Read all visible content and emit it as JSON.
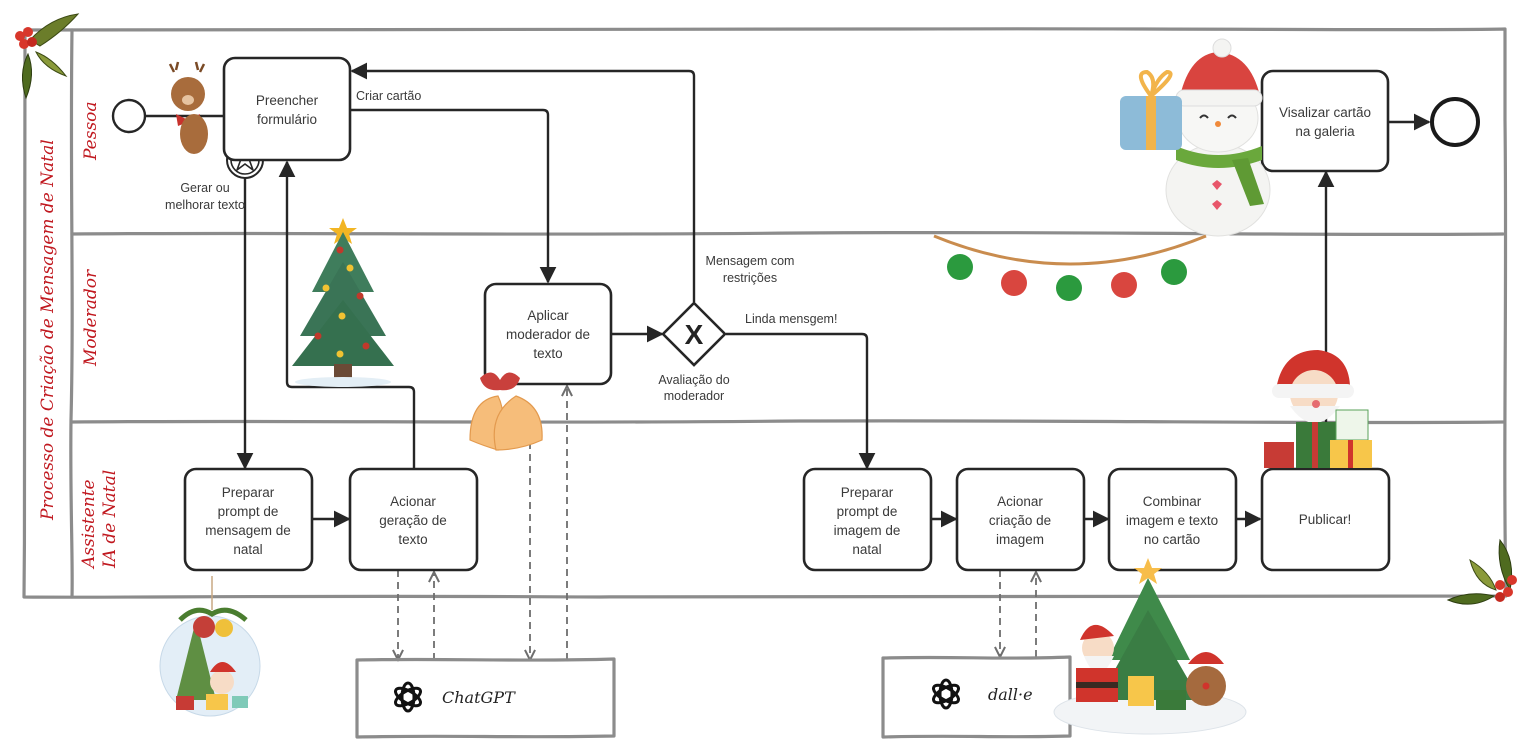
{
  "pool": {
    "title": "Processo de Criação de Mensagem de Natal",
    "lanes": [
      {
        "id": "pessoa",
        "label": "Pessoa"
      },
      {
        "id": "moderador",
        "label": "Moderador"
      },
      {
        "id": "assistente",
        "label_line1": "Assistente",
        "label_line2": "IA de Natal"
      }
    ]
  },
  "tasks": {
    "preencher": [
      "Preencher",
      "formulário"
    ],
    "visualizar": [
      "Visalizar cartão",
      "na galeria"
    ],
    "aplicar": [
      "Aplicar",
      "moderador de",
      "texto"
    ],
    "preparar_msg": [
      "Preparar",
      "prompt de",
      "mensagem de",
      "natal"
    ],
    "acionar_texto": [
      "Acionar",
      "geração de",
      "texto"
    ],
    "preparar_img": [
      "Preparar",
      "prompt de",
      "imagem de",
      "natal"
    ],
    "acionar_img": [
      "Acionar",
      "criação de",
      "imagem"
    ],
    "combinar": [
      "Combinar",
      "imagem e texto",
      "no cartão"
    ],
    "publicar": [
      "Publicar!"
    ]
  },
  "gateway": {
    "symbol": "X",
    "label": [
      "Avaliação do",
      "moderador"
    ]
  },
  "flow_labels": {
    "criar_cartao": "Criar cartão",
    "gerar_melhorar": [
      "Gerar ou",
      "melhorar texto"
    ],
    "mensagem_restricoes": [
      "Mensagem com",
      "restrições"
    ],
    "linda_mensagem": "Linda mensgem!"
  },
  "external_systems": {
    "chatgpt": "ChatGPT",
    "dalle": "dall·e"
  },
  "colors": {
    "lane_label": "#c0181f",
    "pool_border": "#8c8c8c",
    "flow": "#262626"
  }
}
